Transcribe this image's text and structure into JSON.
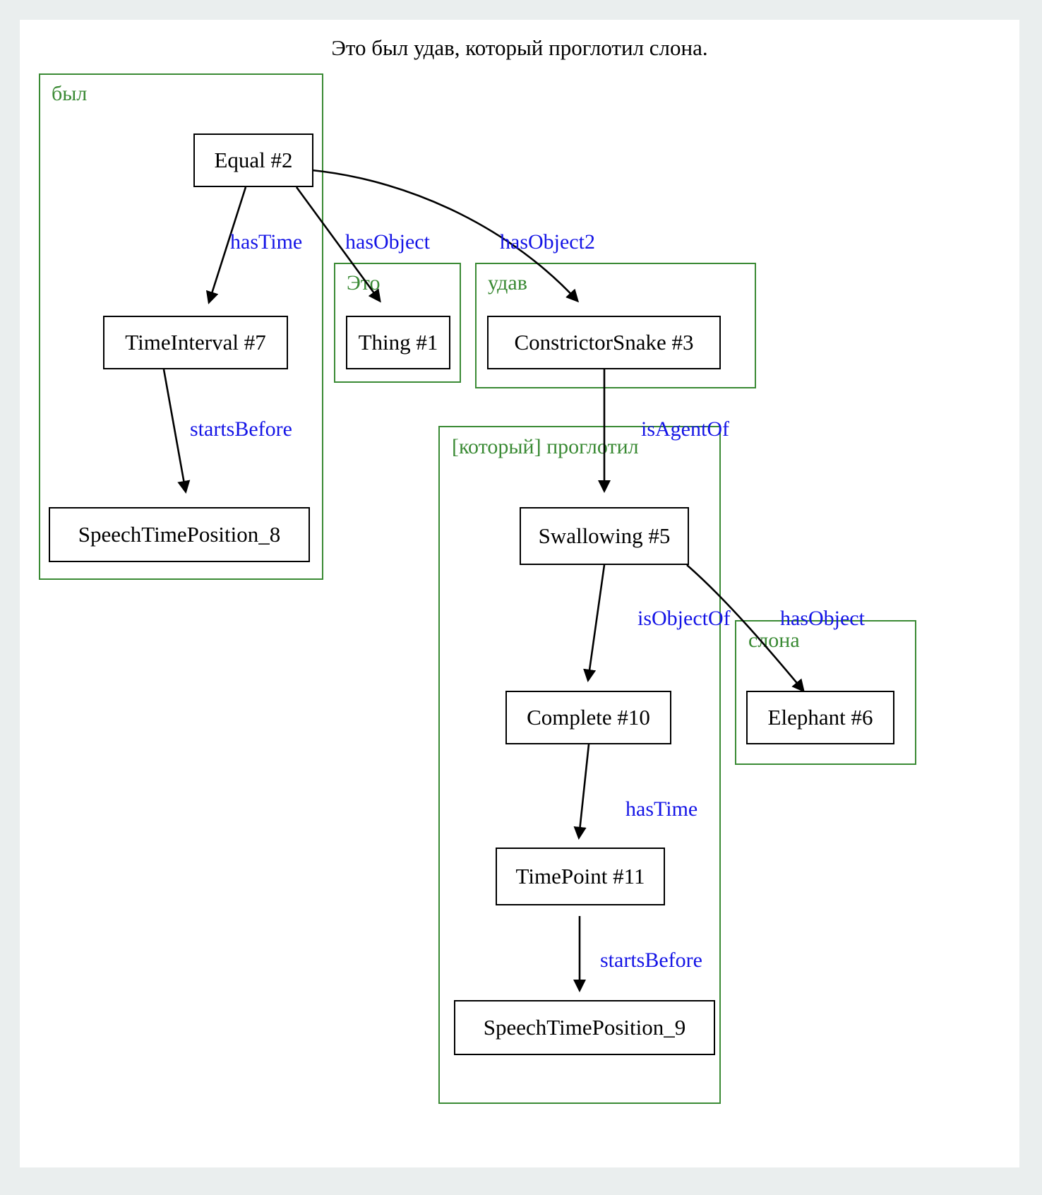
{
  "title": "Это был удав, который проглотил слона.",
  "colors": {
    "page_background": "#eaeeee",
    "canvas_background": "#ffffff",
    "cluster_border": "#3a8a34",
    "cluster_label": "#3a8a34",
    "node_border": "#000000",
    "node_text": "#000000",
    "edge_line": "#000000",
    "edge_label": "#1414e6"
  },
  "clusters": [
    {
      "id": "cluster-byl",
      "label": "был"
    },
    {
      "id": "cluster-eto",
      "label": "Это"
    },
    {
      "id": "cluster-udav",
      "label": "удав"
    },
    {
      "id": "cluster-proglotil",
      "label": "[который] проглотил"
    },
    {
      "id": "cluster-slona",
      "label": "слона"
    }
  ],
  "nodes": [
    {
      "id": "equal2",
      "label": "Equal #2"
    },
    {
      "id": "ti7",
      "label": "TimeInterval #7"
    },
    {
      "id": "stp8",
      "label": "SpeechTimePosition_8"
    },
    {
      "id": "thing1",
      "label": "Thing #1"
    },
    {
      "id": "snake3",
      "label": "ConstrictorSnake #3"
    },
    {
      "id": "swal5",
      "label": "Swallowing #5"
    },
    {
      "id": "complete10",
      "label": "Complete #10"
    },
    {
      "id": "eleph6",
      "label": "Elephant #6"
    },
    {
      "id": "tp11",
      "label": "TimePoint #11"
    },
    {
      "id": "stp9",
      "label": "SpeechTimePosition_9"
    }
  ],
  "edges": [
    {
      "id": "e1",
      "from": "equal2",
      "to": "ti7",
      "label": "hasTime"
    },
    {
      "id": "e2",
      "from": "equal2",
      "to": "thing1",
      "label": "hasObject"
    },
    {
      "id": "e3",
      "from": "equal2",
      "to": "snake3",
      "label": "hasObject2"
    },
    {
      "id": "e4",
      "from": "ti7",
      "to": "stp8",
      "label": "startsBefore"
    },
    {
      "id": "e5",
      "from": "snake3",
      "to": "swal5",
      "label": "isAgentOf"
    },
    {
      "id": "e6",
      "from": "swal5",
      "to": "complete10",
      "label": "isObjectOf"
    },
    {
      "id": "e7",
      "from": "swal5",
      "to": "eleph6",
      "label": "hasObject"
    },
    {
      "id": "e8",
      "from": "complete10",
      "to": "tp11",
      "label": "hasTime"
    },
    {
      "id": "e9",
      "from": "tp11",
      "to": "stp9",
      "label": "startsBefore"
    }
  ]
}
